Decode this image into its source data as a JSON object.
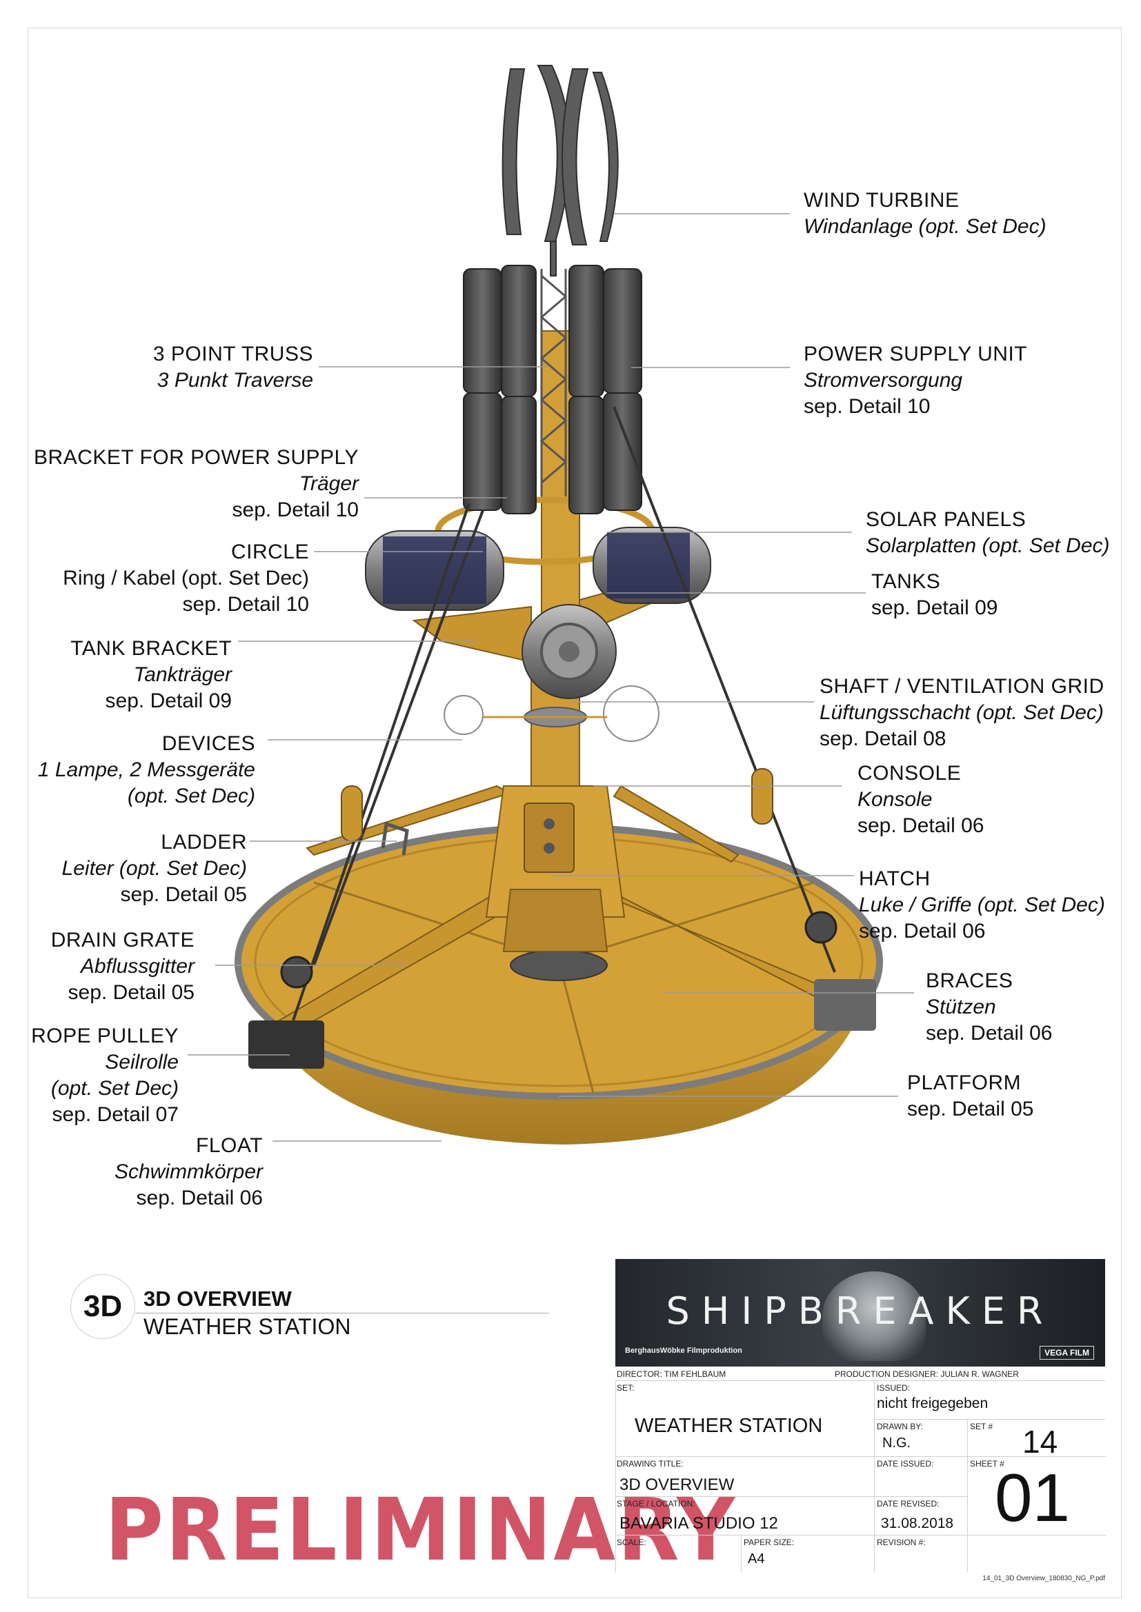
{
  "labels": [
    {
      "id": "wind-turbine",
      "lines": [
        "WIND TURBINE",
        "Windanlage (opt. Set Dec)"
      ],
      "styles": [
        "up",
        "de"
      ]
    },
    {
      "id": "power-supply-unit",
      "lines": [
        "POWER SUPPLY UNIT",
        "Stromversorgung",
        "sep. Detail 10"
      ],
      "styles": [
        "up",
        "de",
        ""
      ]
    },
    {
      "id": "solar-panels",
      "lines": [
        "SOLAR PANELS",
        "Solarplatten (opt. Set Dec)"
      ],
      "styles": [
        "up",
        "de"
      ]
    },
    {
      "id": "tanks",
      "lines": [
        "TANKS",
        "sep. Detail 09"
      ],
      "styles": [
        "up",
        ""
      ]
    },
    {
      "id": "shaft",
      "lines": [
        "SHAFT / VENTILATION GRID",
        "Lüftungsschacht (opt. Set Dec)",
        "sep. Detail 08"
      ],
      "styles": [
        "up",
        "de",
        ""
      ]
    },
    {
      "id": "console",
      "lines": [
        "CONSOLE",
        "Konsole",
        "sep. Detail 06"
      ],
      "styles": [
        "up",
        "de",
        ""
      ]
    },
    {
      "id": "hatch",
      "lines": [
        "HATCH",
        "Luke / Griffe (opt. Set Dec)",
        "sep. Detail 06"
      ],
      "styles": [
        "up",
        "de",
        ""
      ]
    },
    {
      "id": "braces",
      "lines": [
        "BRACES",
        "Stützen",
        "sep. Detail 06"
      ],
      "styles": [
        "up",
        "de",
        ""
      ]
    },
    {
      "id": "platform",
      "lines": [
        "PLATFORM",
        "sep. Detail 05"
      ],
      "styles": [
        "up",
        ""
      ]
    },
    {
      "id": "truss",
      "lines": [
        "3 POINT TRUSS",
        "3 Punkt Traverse"
      ],
      "styles": [
        "up",
        "de"
      ]
    },
    {
      "id": "bracket-power",
      "lines": [
        "BRACKET FOR POWER SUPPLY",
        "Träger",
        "sep. Detail 10"
      ],
      "styles": [
        "up",
        "de",
        ""
      ]
    },
    {
      "id": "circle",
      "lines": [
        "CIRCLE",
        "Ring / Kabel (opt. Set Dec)",
        "sep. Detail 10"
      ],
      "styles": [
        "up",
        "",
        ""
      ]
    },
    {
      "id": "tank-bracket",
      "lines": [
        "TANK BRACKET",
        "Tankträger",
        "sep. Detail 09"
      ],
      "styles": [
        "up",
        "de",
        ""
      ]
    },
    {
      "id": "devices",
      "lines": [
        "DEVICES",
        "1 Lampe, 2 Messgeräte",
        "(opt. Set Dec)"
      ],
      "styles": [
        "up",
        "de",
        "de"
      ]
    },
    {
      "id": "ladder",
      "lines": [
        "LADDER",
        "Leiter (opt. Set Dec)",
        "sep. Detail 05"
      ],
      "styles": [
        "up",
        "de",
        ""
      ]
    },
    {
      "id": "drain-grate",
      "lines": [
        "DRAIN GRATE",
        "Abflussgitter",
        "sep. Detail 05"
      ],
      "styles": [
        "up",
        "de",
        ""
      ]
    },
    {
      "id": "rope-pulley",
      "lines": [
        "ROPE PULLEY",
        "Seilrolle",
        "(opt. Set Dec)",
        "sep. Detail 07"
      ],
      "styles": [
        "up",
        "de",
        "de",
        ""
      ]
    },
    {
      "id": "float",
      "lines": [
        "FLOAT",
        "Schwimmkörper",
        "sep. Detail 06"
      ],
      "styles": [
        "up",
        "de",
        ""
      ]
    }
  ],
  "overview": {
    "badge": "3D",
    "title": "3D OVERVIEW",
    "subtitle": "WEATHER STATION"
  },
  "stamp": "PRELIMINARY",
  "title_block": {
    "project": "SHIPBREAKER",
    "production_company": "BerghausWöbke Filmproduktion",
    "logo": "VEGA FILM",
    "director": "DIRECTOR: TIM FEHLBAUM",
    "designer": "PRODUCTION DESIGNER: JULIAN R. WAGNER",
    "set_caption": "SET:",
    "set_value": "WEATHER STATION",
    "issued_caption": "ISSUED:",
    "issued_value": "nicht freigegeben",
    "drawn_caption": "DRAWN BY:",
    "drawn_value": "N.G.",
    "setno_caption": "SET #",
    "setno_value": "14",
    "drawing_title_caption": "DRAWING TITLE:",
    "drawing_title_value": "3D OVERVIEW",
    "date_issued_caption": "DATE ISSUED:",
    "sheet_caption": "SHEET #",
    "sheet_value": "01",
    "stage_caption": "STAGE / LOCATION:",
    "stage_value": "BAVARIA STUDIO 12",
    "date_revised_caption": "DATE REVISED:",
    "date_revised_value": "31.08.2018",
    "scale_caption": "SCALE:",
    "paper_caption": "PAPER SIZE:",
    "paper_value": "A4",
    "revision_caption": "REVISION #:",
    "filename": "14_01_3D Overview_180830_NG_P.pdf"
  },
  "colors": {
    "hull": "#d9a53a",
    "hull_dark": "#a57a24",
    "metal": "#5e5e5e",
    "leader": "#9a9a9a",
    "stamp": "#c9384d"
  }
}
